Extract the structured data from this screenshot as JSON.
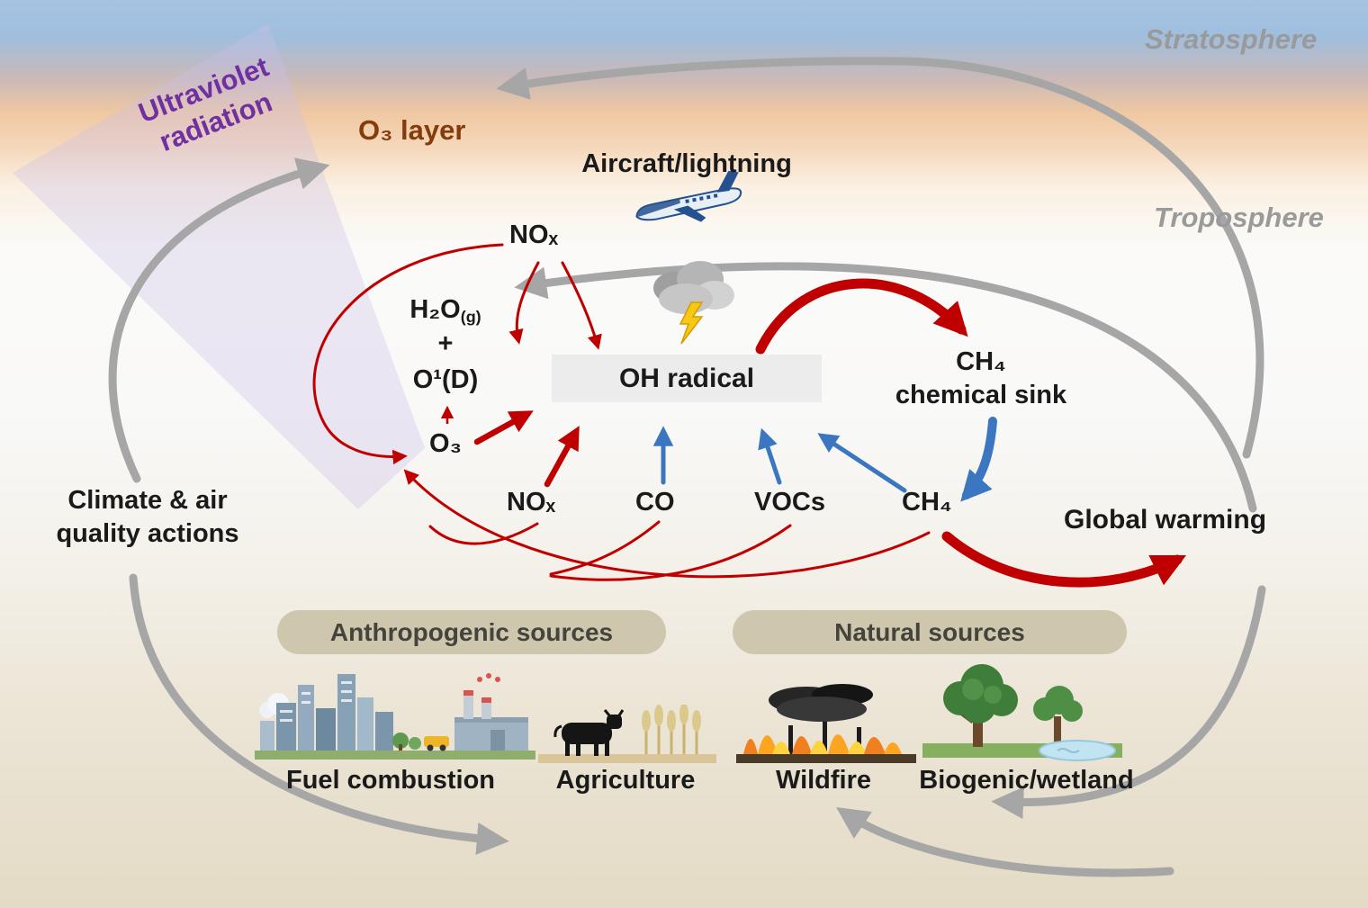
{
  "regions": {
    "stratosphere": "Stratosphere",
    "troposphere": "Troposphere"
  },
  "uv": {
    "line1": "Ultraviolet",
    "line2": "radiation"
  },
  "labels": {
    "ozone_layer": "O₃ layer",
    "aircraft_lightning": "Aircraft/lightning",
    "global_warming": "Global warming"
  },
  "chemistry": {
    "nox_top": "NOₓ",
    "h2o_base": "H₂O",
    "h2o_state": "(g)",
    "plus": "+",
    "o1d": "O¹(D)",
    "o3": "O₃",
    "oh_radical": "OH radical",
    "ch4_sink_line1": "CH₄",
    "ch4_sink_line2": "chemical sink"
  },
  "species_row": {
    "nox": "NOₓ",
    "co": "CO",
    "vocs": "VOCs",
    "ch4": "CH₄"
  },
  "actions": {
    "line1": "Climate & air",
    "line2": "quality actions"
  },
  "sources": {
    "anthropogenic_label": "Anthropogenic sources",
    "natural_label": "Natural sources",
    "fuel_combustion": "Fuel combustion",
    "agriculture": "Agriculture",
    "wildfire": "Wildfire",
    "biogenic_wetland": "Biogenic/wetland"
  },
  "icons": {
    "aircraft": "aircraft-icon",
    "storm_cloud": "storm-cloud-lightning-icon",
    "city": "city-skyline-icon",
    "farm": "cow-and-wheat-icon",
    "wildfire": "wildfire-icon",
    "wetland": "trees-wetland-icon"
  },
  "colors": {
    "gray-arrow": "#a6a6a6",
    "red-arrow": "#c00000",
    "blue-arrow": "#3b76c0",
    "uv-purple": "#7030a0",
    "uv-beam": "#cbbfe9",
    "ozone-brown": "#843c0c",
    "pill-bg": "#cfc6ae",
    "oh-box-bg": "#ececec",
    "region-gray": "#9a9a9a",
    "text-dark": "#1a1a1a"
  }
}
